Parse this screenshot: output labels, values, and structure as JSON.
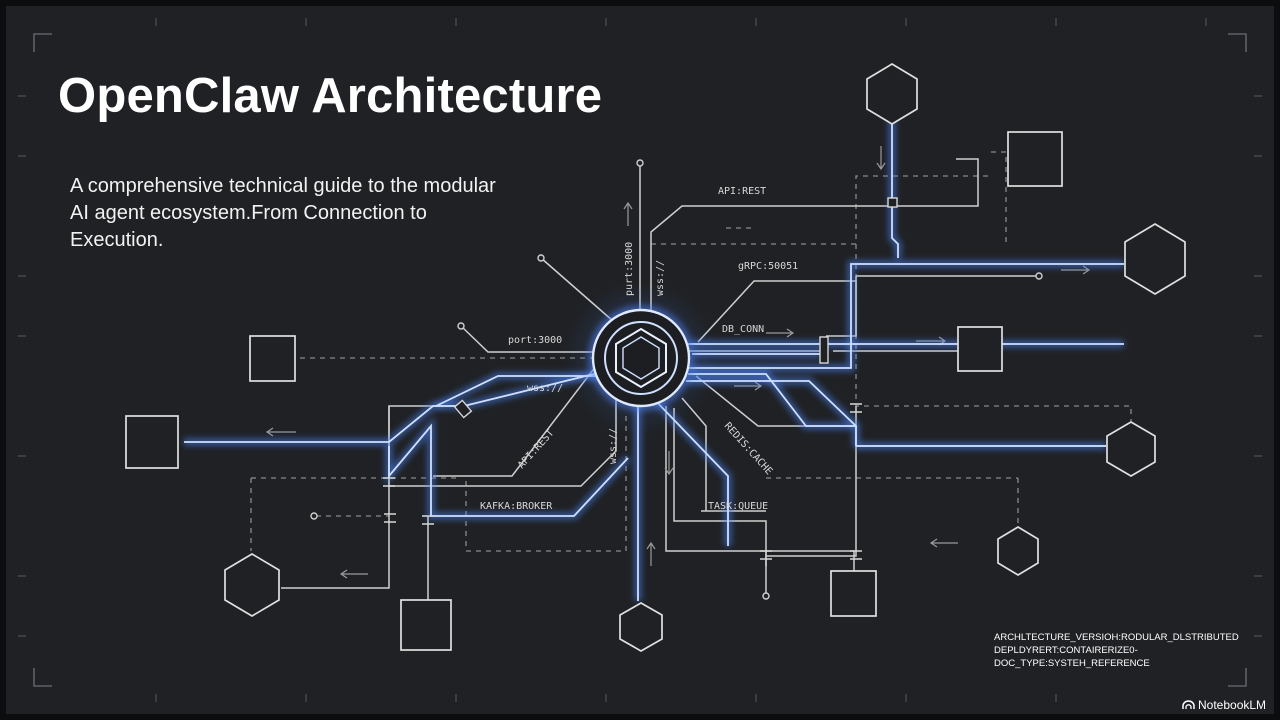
{
  "slide": {
    "title": "OpenClaw Architecture",
    "subtitle": "A comprehensive technical guide to the modular AI agent ecosystem.From Connection to Execution.",
    "meta_lines": [
      "ARCHLTECTURE_VERSIOH:RODULAR_DLSTRIBUTED",
      "DEPLDYRERT:CONTAIRERIZE0-",
      "DOC_TYPE:SYSTEH_REFERENCE"
    ],
    "brand": "NotebookLM"
  },
  "diagram": {
    "labels": {
      "api_rest_top": "API:REST",
      "grpc": "gRPC:50051",
      "db_conn": "DB_CONN",
      "port_3000": "port:3000",
      "wss_left": "wss://",
      "port_3000_vertical": "purt:3000",
      "wss_vertical": "wss://",
      "api_rest_left": "API:REST",
      "wss_vertical_low": "wss://",
      "kafka": "KAFKA:BROKER",
      "task_queue": "TASK:QUEUE",
      "redis": "REDIS:CACHE"
    },
    "colors": {
      "background": "#1f2124",
      "line": "#d0d0d0",
      "dashed": "#8a8a8a",
      "glow": "#4d86ff",
      "glow_core": "#e4eeff"
    },
    "icons": [
      "hub-hexagon-icon",
      "notebooklm-logo-icon"
    ]
  }
}
